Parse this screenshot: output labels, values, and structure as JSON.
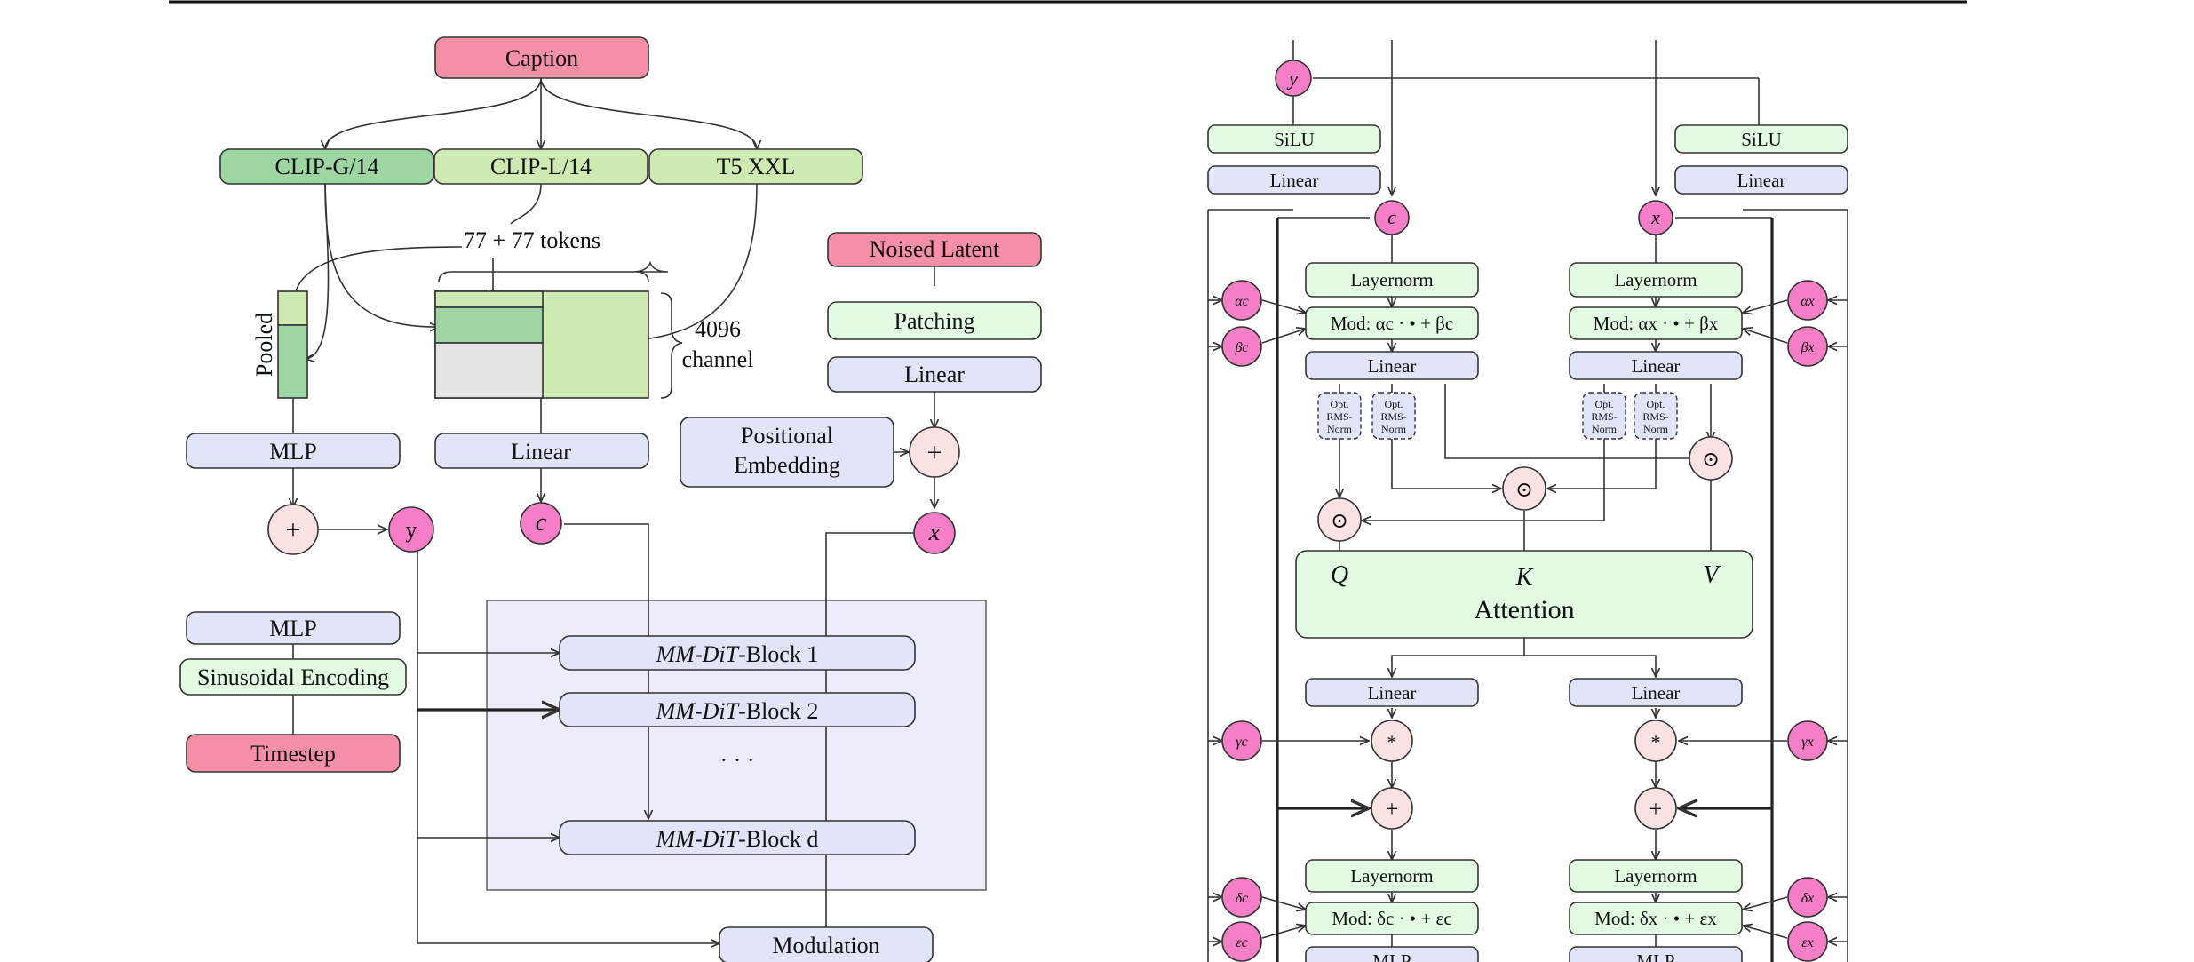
{
  "left": {
    "caption": "Caption",
    "clip_g": "CLIP-G/14",
    "clip_l": "CLIP-L/14",
    "t5": "T5 XXL",
    "tokens": "77 + 77 tokens",
    "pooled": "Pooled",
    "channel_num": "4096",
    "channel_word": "channel",
    "noised_latent": "Noised Latent",
    "patching": "Patching",
    "linear_right": "Linear",
    "positional_line1": "Positional",
    "positional_line2": "Embedding",
    "plus": "+",
    "mlp_top": "MLP",
    "linear_mid": "Linear",
    "c": "c",
    "y": "y",
    "x": "x",
    "mlp_bottom": "MLP",
    "sinusoidal": "Sinusoidal Encoding",
    "timestep": "Timestep",
    "block_prefix": "MM-DiT",
    "block1_suffix": "-Block 1",
    "block2_suffix": "-Block 2",
    "dots": "· · ·",
    "blockd_suffix": "-Block d",
    "modulation": "Modulation"
  },
  "right": {
    "y": "y",
    "silu_left": "SiLU",
    "silu_right": "SiLU",
    "linear_tl": "Linear",
    "linear_tr": "Linear",
    "c": "c",
    "x": "x",
    "layernorm_c": "Layernorm",
    "layernorm_x": "Layernorm",
    "mod_c": "Mod: αc · • + βc",
    "mod_x": "Mod: αx · • + βx",
    "linear_c": "Linear",
    "linear_x": "Linear",
    "opt_line1": "Opt.",
    "opt_line2": "RMS-",
    "opt_line3": "Norm",
    "odot": "⊙",
    "alpha_c": "αc",
    "beta_c": "βc",
    "alpha_x": "αx",
    "beta_x": "βx",
    "gamma_c": "γc",
    "gamma_x": "γx",
    "delta_c": "δc",
    "epsilon_c": "εc",
    "delta_x": "δx",
    "epsilon_x": "εx",
    "q": "Q",
    "k": "K",
    "v": "V",
    "attention": "Attention",
    "linear_out_c": "Linear",
    "linear_out_x": "Linear",
    "star": "*",
    "plus": "+",
    "layernorm2_c": "Layernorm",
    "layernorm2_x": "Layernorm",
    "mod2_c": "Mod: δc · • + εc",
    "mod2_x": "Mod: δx · • + εx",
    "mlp_c": "MLP",
    "mlp_x": "MLP"
  },
  "colors": {
    "pink": "#f48fa6",
    "magenta": "#f47fc6",
    "dark_green": "#9dd5a3",
    "light_green": "#cfe9b3",
    "pale_green": "#e3fbe3",
    "lavender": "#e2e4f9",
    "plus_pink": "#fde2e4",
    "gray": "#e4e4e4",
    "panel": "#ececfb"
  }
}
